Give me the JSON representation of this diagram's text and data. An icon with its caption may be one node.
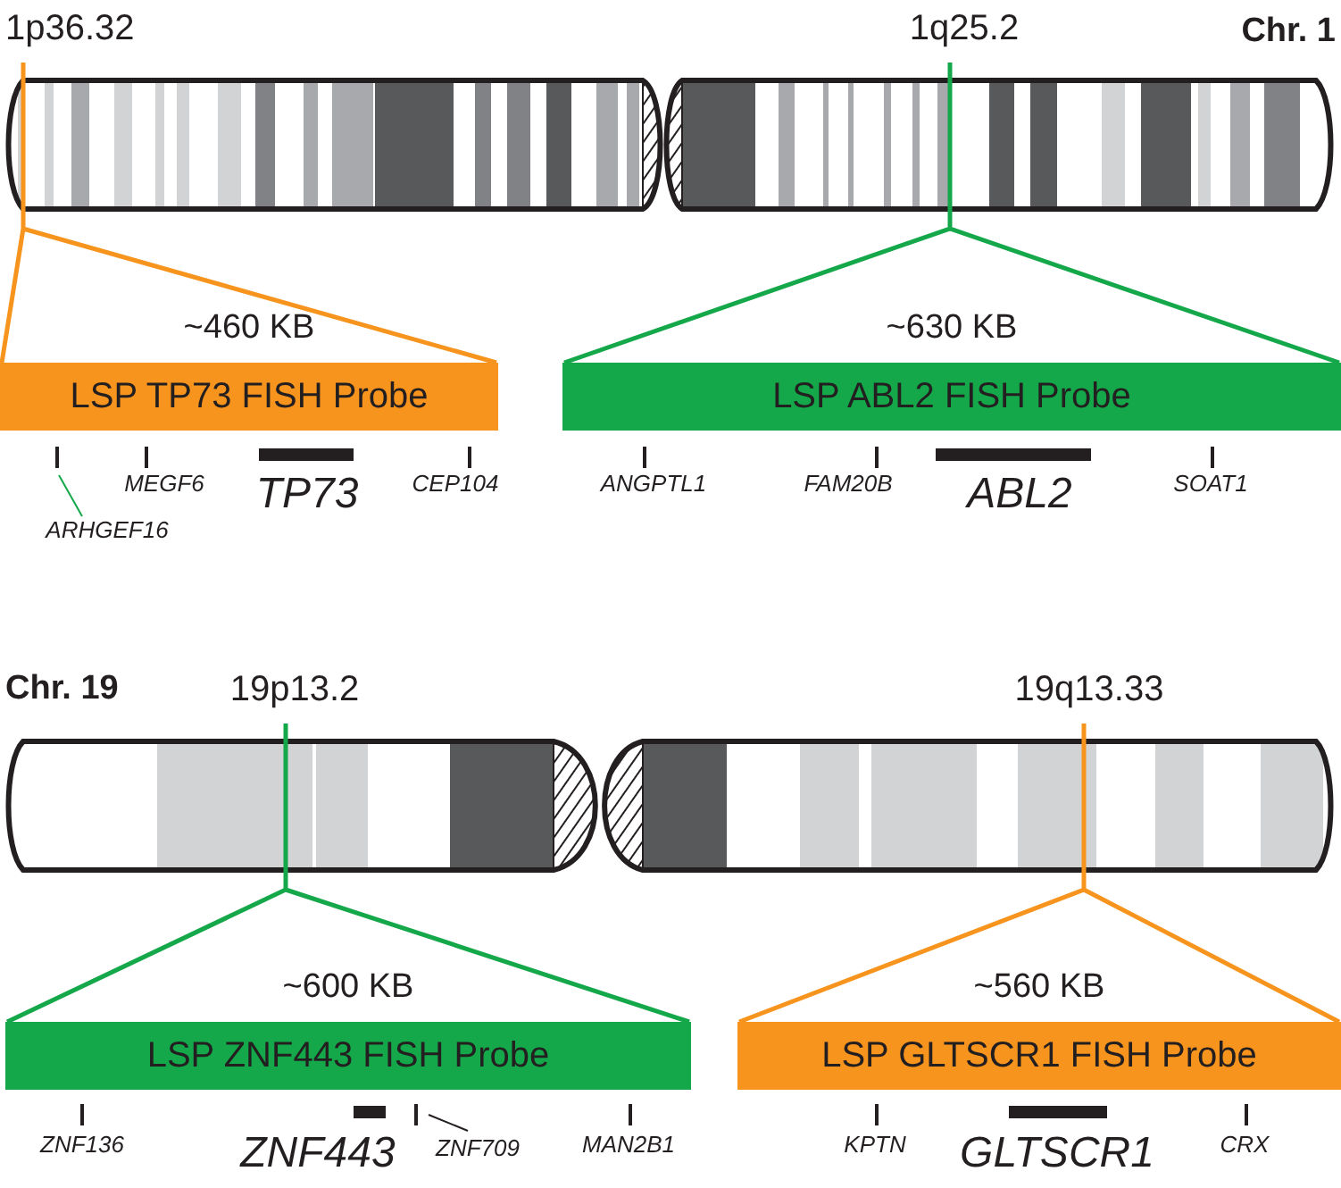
{
  "diagram": {
    "nodes": [
      {
        "text": [],
        "shape": "bar"
      },
      {
        "text": [
          "LSP TP73 FISH Probe"
        ],
        "beside": [
          "~460 KB"
        ]
      },
      {
        "text": [
          "LSP ABL2 FISH Probe"
        ],
        "beside": [
          "~630 KB"
        ]
      },
      {
        "text": [
          "ARHGEF16"
        ]
      },
      {
        "text": [],
        "shape": "bar"
      },
      {
        "text": [
          "LSP ZNF443 FISH Probe"
        ],
        "beside": [
          "~600 KB"
        ]
      },
      {
        "text": [
          "LSP GLTSCR1 FISH Probe"
        ],
        "beside": [
          "~560 KB"
        ]
      },
      {
        "text": [
          "ZNF709"
        ]
      }
    ],
    "edges": [
      {
        "from": 0,
        "to": 1,
        "arrow": "none",
        "color": "#f7941d"
      },
      {
        "from": 0,
        "to": 2,
        "arrow": "none",
        "color": "#15a84a"
      },
      {
        "from": 4,
        "to": 5,
        "arrow": "none",
        "color": "#15a84a"
      },
      {
        "from": 4,
        "to": 6,
        "arrow": "none",
        "color": "#f7941d"
      },
      {
        "from": 3,
        "to": null,
        "arrow": "none",
        "color": "#15a84a"
      },
      {
        "from": 7,
        "to": null,
        "arrow": "none",
        "color": "#231f20"
      }
    ],
    "labels": [
      "1p36.32",
      "1q25.2",
      "Chr. 1",
      "MEGF6",
      "TP73",
      "CEP104",
      "ANGPTL1",
      "FAM20B",
      "ABL2",
      "SOAT1",
      "Chr. 19",
      "19p13.2",
      "19q13.33",
      "ZNF136",
      "ZNF443",
      "MAN2B1",
      "KPTN",
      "GLTSCR1",
      "CRX"
    ]
  }
}
